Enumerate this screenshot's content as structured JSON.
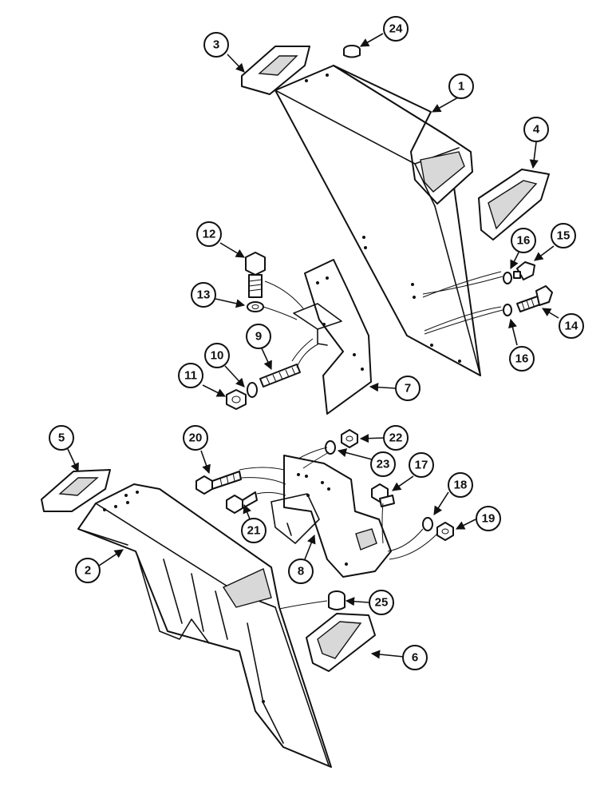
{
  "callouts": {
    "c1": "1",
    "c2": "2",
    "c3": "3",
    "c4": "4",
    "c5": "5",
    "c6": "6",
    "c7": "7",
    "c8": "8",
    "c9": "9",
    "c10": "10",
    "c11": "11",
    "c12": "12",
    "c13": "13",
    "c14": "14",
    "c15": "15",
    "c16a": "16",
    "c16b": "16",
    "c17": "17",
    "c18": "18",
    "c19": "19",
    "c20": "20",
    "c21": "21",
    "c22": "22",
    "c23": "23",
    "c24": "24",
    "c25": "25"
  },
  "colors": {
    "line": "#111111",
    "background": "#ffffff"
  }
}
